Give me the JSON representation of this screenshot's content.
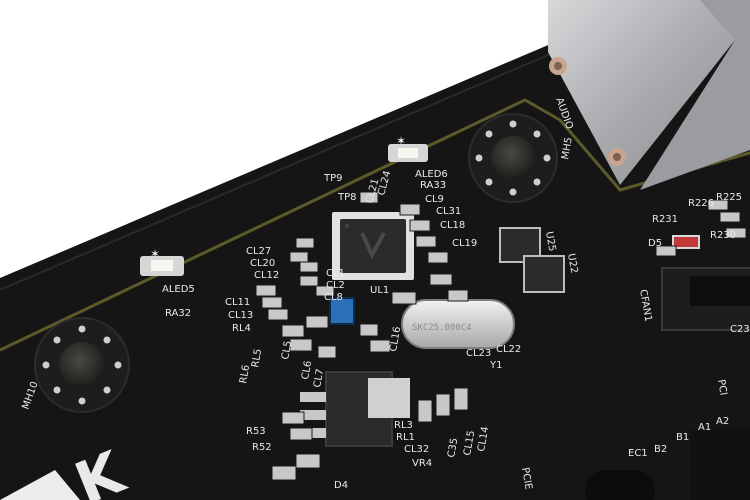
{
  "photo": {
    "subject": "",
    "colors": {
      "background": "#ffffff",
      "pcb": "#151516",
      "trace_edge": "#5d5a2a",
      "silkscreen": "#e9e9e9",
      "bracket": "#b9bbbe",
      "smd_pad": "#c8c8c8"
    }
  },
  "labels": {
    "audio": "AUDIO",
    "mh5": "MH5",
    "mh10": "MH10",
    "tp9": "TP9",
    "tp8": "TP8",
    "aled6": "ALED6",
    "ra33": "RA33",
    "aled5": "ALED5",
    "ra32": "RA32",
    "cl24": "CL24",
    "cl21": "CL21",
    "cl9": "CL9",
    "cl31": "CL31",
    "cl18": "CL18",
    "cl19": "CL19",
    "cl27": "CL27",
    "cl20": "CL20",
    "cl12": "CL12",
    "cl11": "CL11",
    "cl13": "CL13",
    "rl4": "RL4",
    "cl1": "CL1",
    "cl2": "CL2",
    "cl8": "CL8",
    "ul1": "UL1",
    "rl5": "RL5",
    "rl6": "RL6",
    "cl5": "CL5",
    "cl6": "CL6",
    "cl7": "CL7",
    "cl16": "CL16",
    "rl3": "RL3",
    "rl1": "RL1",
    "cl32": "CL32",
    "vr4": "VR4",
    "c35": "C35",
    "cl15": "CL15",
    "cl14": "CL14",
    "cl23": "CL23",
    "cl22": "CL22",
    "y1": "Y1",
    "r53": "R53",
    "r52": "R52",
    "u25": "U25",
    "u22": "U22",
    "r231": "R231",
    "d5": "D5",
    "r226": "R226",
    "r225": "R225",
    "r230": "R230",
    "cfan1": "CFAN1",
    "c23": "C23",
    "pci": "PCI",
    "pcie": "PCIE",
    "a1": "A1",
    "a2": "A2",
    "b1": "B1",
    "b2": "B2",
    "ec1": "EC1",
    "d4": "D4",
    "crystal_marking": "SKC25.000C4",
    "logo_fragment": "K"
  }
}
